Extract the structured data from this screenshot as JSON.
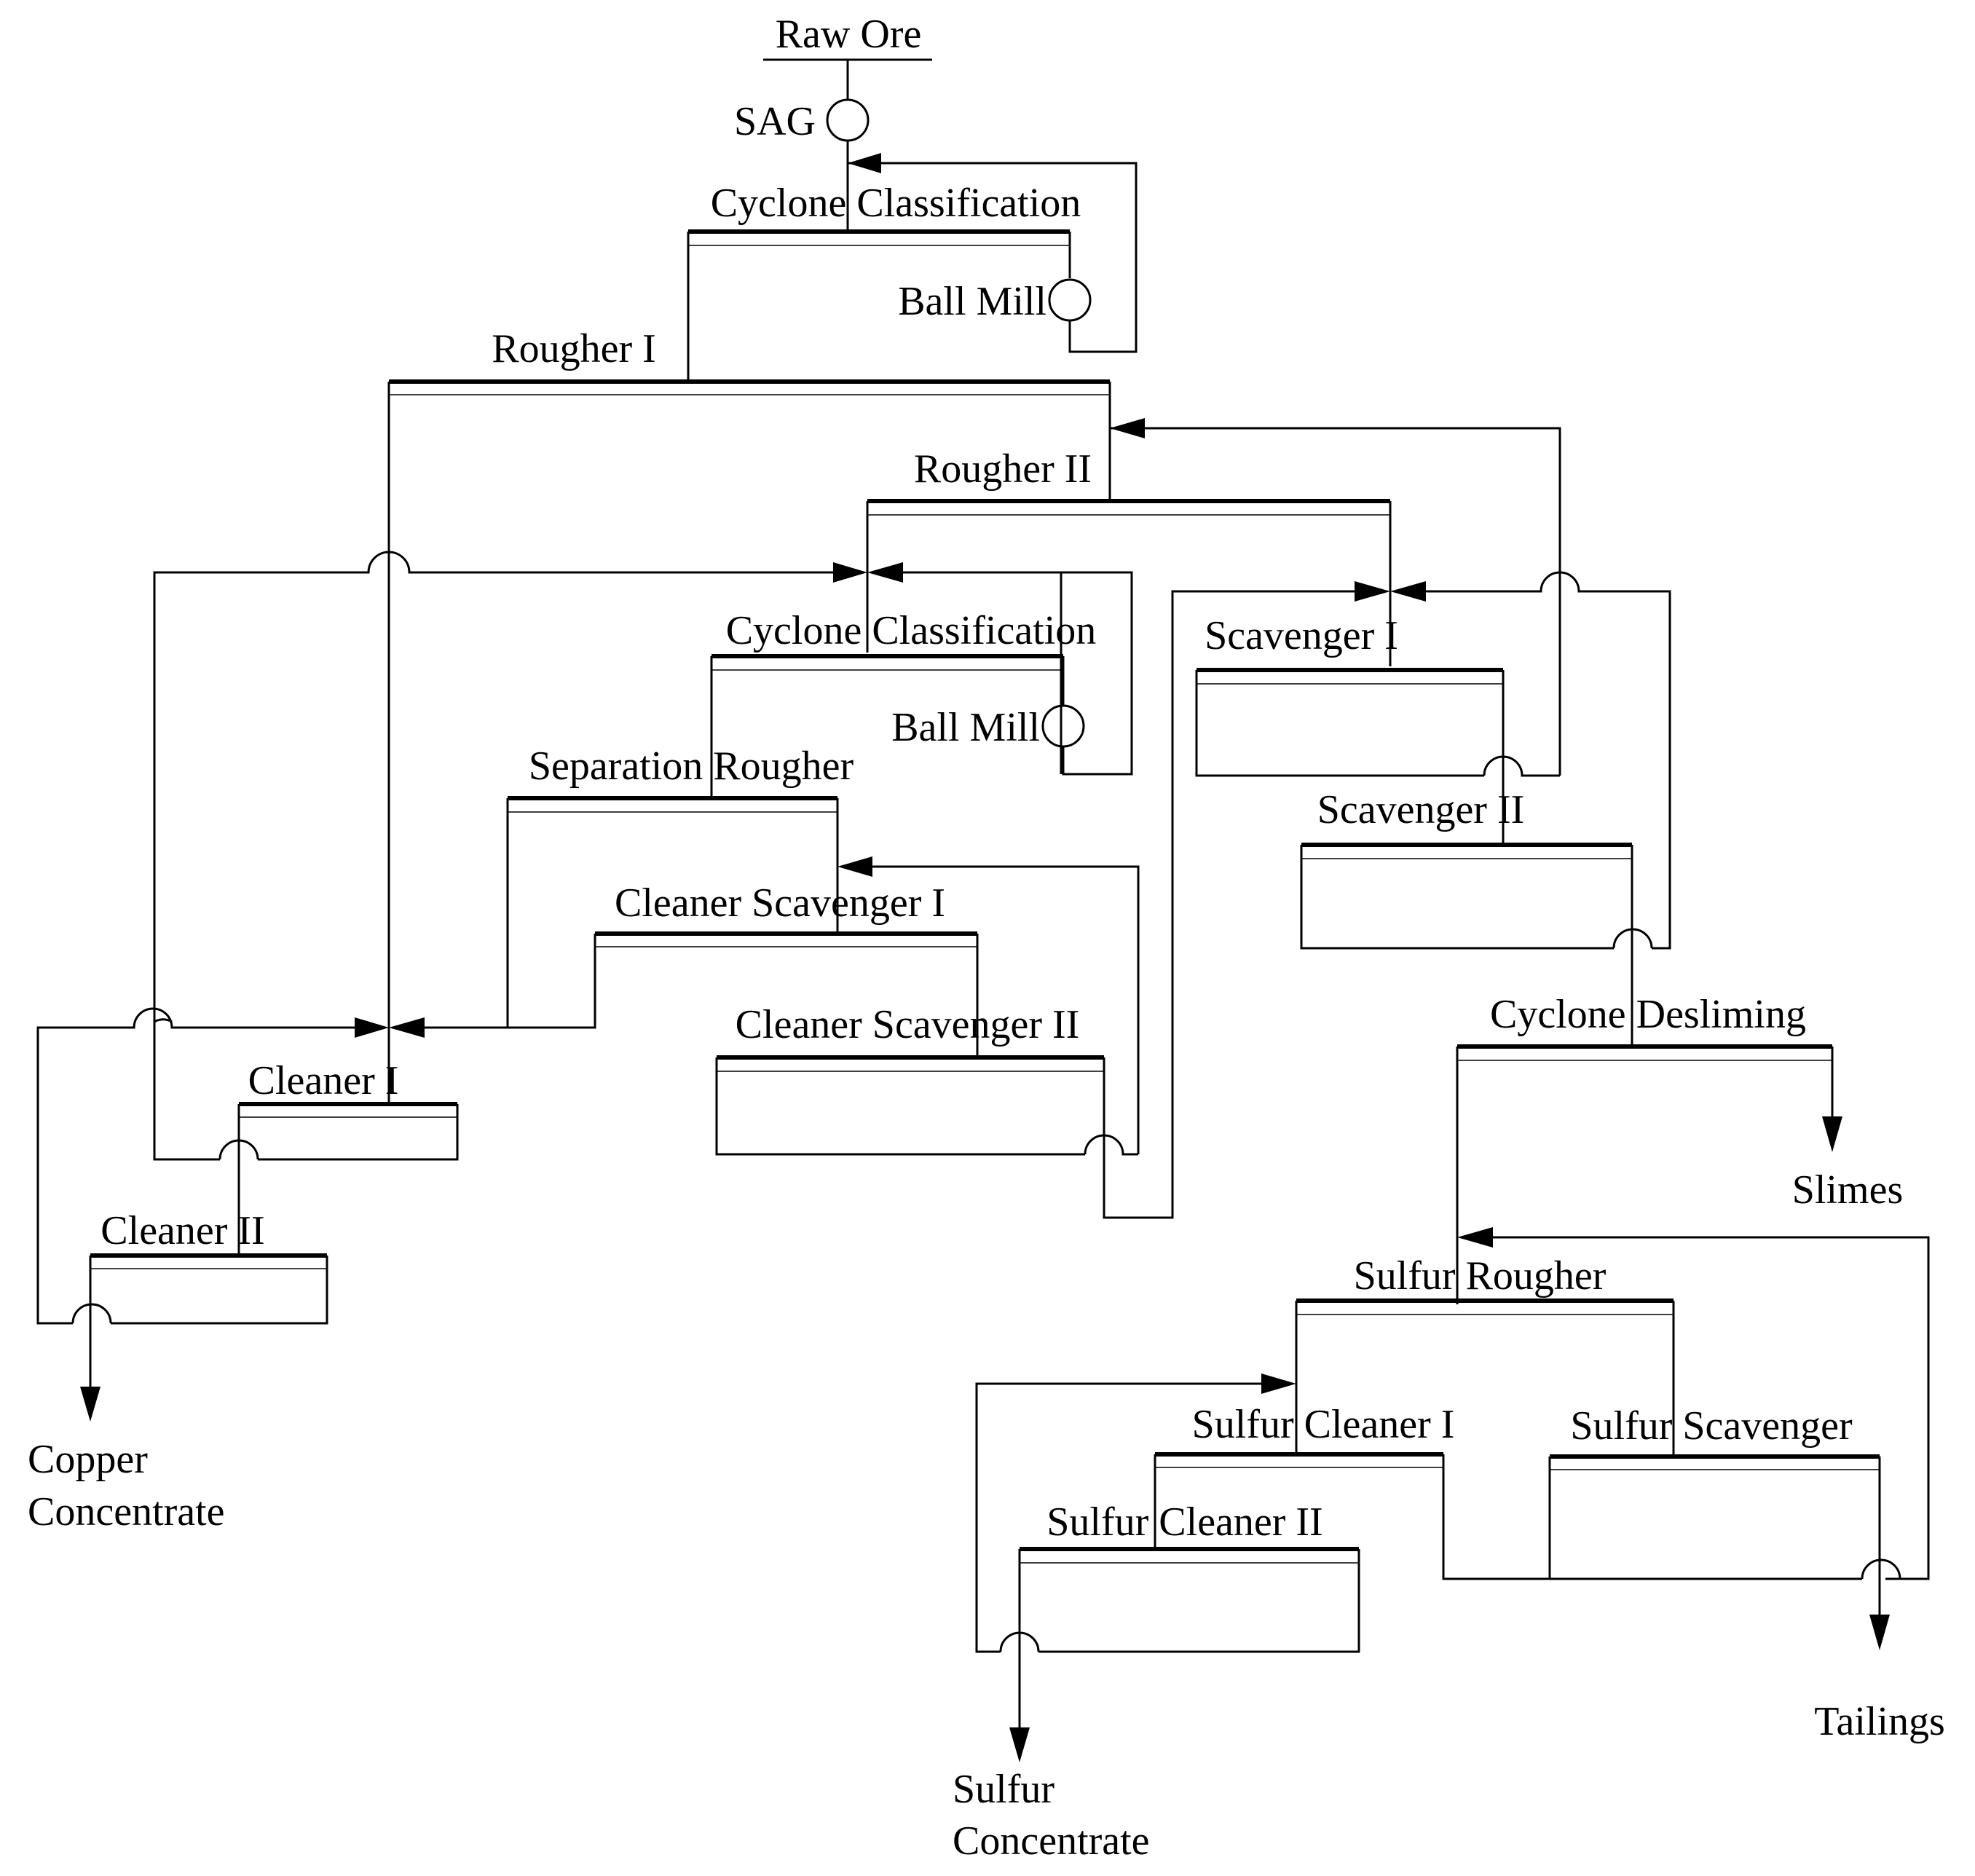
{
  "diagram": {
    "title": "Raw Ore",
    "mills": {
      "sag": "SAG",
      "ball_mill_1": "Ball Mill",
      "ball_mill_2": "Ball Mill"
    },
    "stages": {
      "cyclone_classification_1": "Cyclone Classification",
      "rougher_1": "Rougher I",
      "rougher_2": "Rougher II",
      "cyclone_classification_2": "Cyclone Classification",
      "separation_rougher": "Separation Rougher",
      "cleaner_scavenger_1": "Cleaner Scavenger I",
      "cleaner_scavenger_2": "Cleaner Scavenger II",
      "cleaner_1": "Cleaner I",
      "cleaner_2": "Cleaner II",
      "scavenger_1": "Scavenger I",
      "scavenger_2": "Scavenger II",
      "cyclone_desliming": "Cyclone Desliming",
      "sulfur_rougher": "Sulfur Rougher",
      "sulfur_cleaner_1": "Sulfur Cleaner I",
      "sulfur_cleaner_2": "Sulfur Cleaner II",
      "sulfur_scavenger": "Sulfur Scavenger"
    },
    "products": {
      "copper_concentrate_line1": "Copper",
      "copper_concentrate_line2": "Concentrate",
      "slimes": "Slimes",
      "sulfur_concentrate_line1": "Sulfur",
      "sulfur_concentrate_line2": "Concentrate",
      "tailings": "Tailings"
    }
  }
}
